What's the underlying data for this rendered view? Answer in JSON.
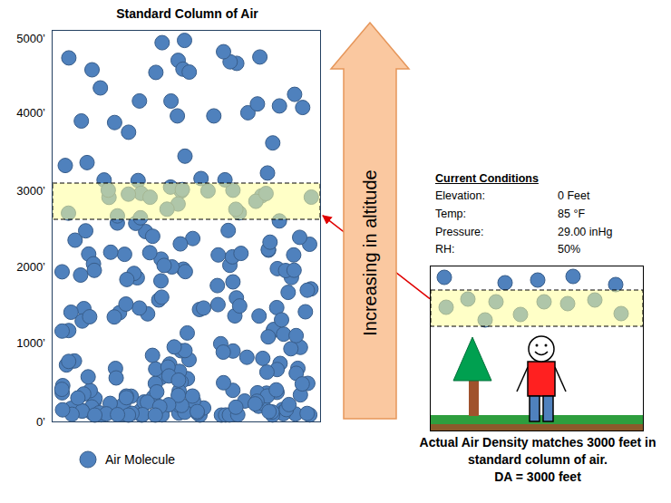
{
  "diagram": {
    "nodes": [
      {
        "text": [
          "Standard Column of Air"
        ]
      },
      {
        "text": [
          "Increasing in altitude"
        ]
      },
      {
        "text": [
          "Actual Air Density matches 3000 feet in standard column of air.",
          "DA = 3000 feet"
        ]
      }
    ],
    "edges": [
      {
        "from": 2,
        "to": 0,
        "arrow": "to"
      }
    ],
    "labels": [
      "5000’",
      "4000’",
      "3000’",
      "2000’",
      "1000’",
      "0’",
      "Current Conditions",
      "Elevation:",
      "0 Feet",
      "Temp:",
      "85 °F",
      "Pressure:",
      "29.00 inHg",
      "RH:",
      "50%"
    ],
    "legend": [
      {
        "text": "Air Molecule",
        "color": "#4f81bd"
      }
    ]
  }
}
